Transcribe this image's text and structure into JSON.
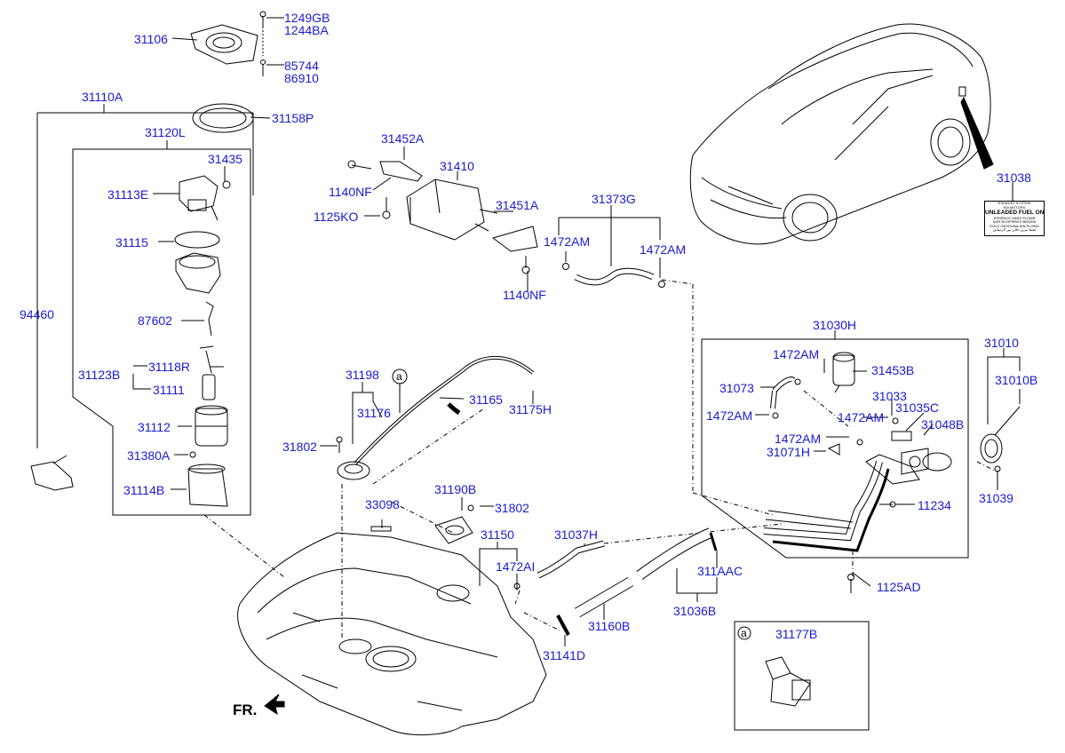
{
  "labels": {
    "p31106": "31106",
    "p1249GB": "1249GB",
    "p1244BA": "1244BA",
    "p85744": "85744",
    "p86910": "86910",
    "p31110A": "31110A",
    "p31158P": "31158P",
    "p31120L": "31120L",
    "p31435": "31435",
    "p31113E": "31113E",
    "p31115": "31115",
    "p87602": "87602",
    "p31123B": "31123B",
    "p31118R": "31118R",
    "p31111": "31111",
    "p31112": "31112",
    "p31380A": "31380A",
    "p31114B": "31114B",
    "p94460": "94460",
    "p31452A": "31452A",
    "p31410": "31410",
    "p1140NF_a": "1140NF",
    "p1125KO": "1125KO",
    "p31451A": "31451A",
    "p1140NF_b": "1140NF",
    "p31373G": "31373G",
    "p1472AM_a": "1472AM",
    "p1472AM_b": "1472AM",
    "p31038": "31038",
    "p31198": "31198",
    "p31176": "31176",
    "p31165": "31165",
    "p31175H": "31175H",
    "p31802_a": "31802",
    "p31190B": "31190B",
    "p31802_b": "31802",
    "p33098": "33098",
    "p31150": "31150",
    "p1472AI": "1472AI",
    "p31037H": "31037H",
    "p311AAC": "311AAC",
    "p31036B": "31036B",
    "p31160B": "31160B",
    "p31141D": "31141D",
    "p31030H": "31030H",
    "p1472AM_c": "1472AM",
    "p31453B": "31453B",
    "p31073": "31073",
    "p1472AM_d": "1472AM",
    "p31033": "31033",
    "p31035C": "31035C",
    "p1472AM_e": "1472AM",
    "p31048B": "31048B",
    "p1472AM_f": "1472AM",
    "p31071H": "31071H",
    "p31010": "31010",
    "p31010B": "31010B",
    "p11234": "11234",
    "p31039": "31039",
    "p1125AD": "1125AD",
    "p31177B": "31177B",
    "callout_a1": "a",
    "callout_a2": "a",
    "fr": "FR."
  },
  "sticker": {
    "line1": "EXHAUST SYSTEM",
    "line2": "KIA MOTORS",
    "line3": "UNLEADED FUEL ONLY",
    "line4": "ESSENCE SANS PLOMB",
    "line5": "NUR BLEIFREIES BENZIN",
    "line6": "SOLO GASOLINA SIN PLOMO",
    "line7": "فقط بنزين خالي من الرصاص"
  },
  "colors": {
    "label": "#1a1ad2",
    "line": "#000000",
    "background": "#ffffff"
  }
}
